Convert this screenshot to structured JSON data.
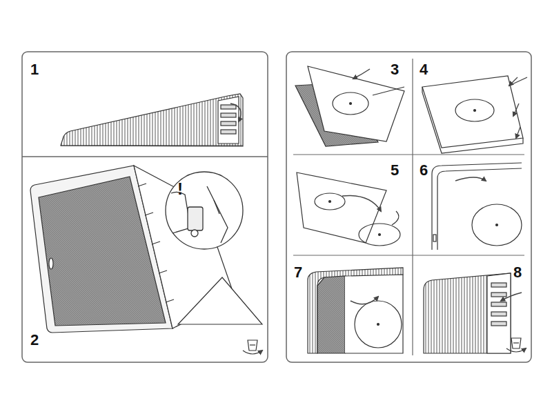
{
  "diagram": {
    "labels": [
      "1",
      "2",
      "!",
      "3",
      "4",
      "5",
      "6",
      "7",
      "8"
    ]
  }
}
